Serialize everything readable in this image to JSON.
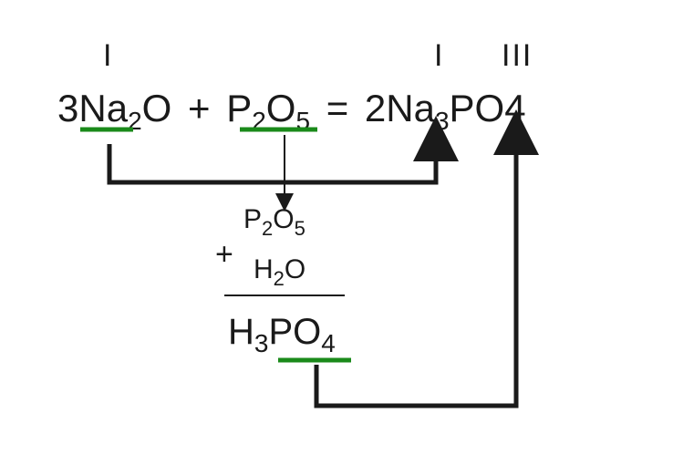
{
  "equation": {
    "lhs_coef1": "3",
    "na": "Na",
    "na2o_sub": "2",
    "oxygen": "O",
    "plus": "+",
    "p": "P",
    "p2o5_sub_p": "2",
    "p2o5_sub_o": "5",
    "equals": "=",
    "rhs_coef": "2",
    "na3_sub": "3",
    "po4": "PO4"
  },
  "valences": {
    "na_lhs": "I",
    "na_rhs": "I",
    "po4_rhs": "III"
  },
  "side_calc": {
    "p2o5_p": "P",
    "p2o5_sub_p": "2",
    "p2o5_o": "O",
    "p2o5_sub_o": "5",
    "plus": "+",
    "h2o_h": "H",
    "h2o_sub": "2",
    "h2o_o": "O",
    "h3po4_h": "H",
    "h3po4_sub_h": "3",
    "h3po4_po": "PO",
    "h3po4_sub_o": "4"
  },
  "colors": {
    "underline": "#1a8a1a",
    "arrow": "#1a1a1a",
    "text": "#1a1a1a"
  }
}
